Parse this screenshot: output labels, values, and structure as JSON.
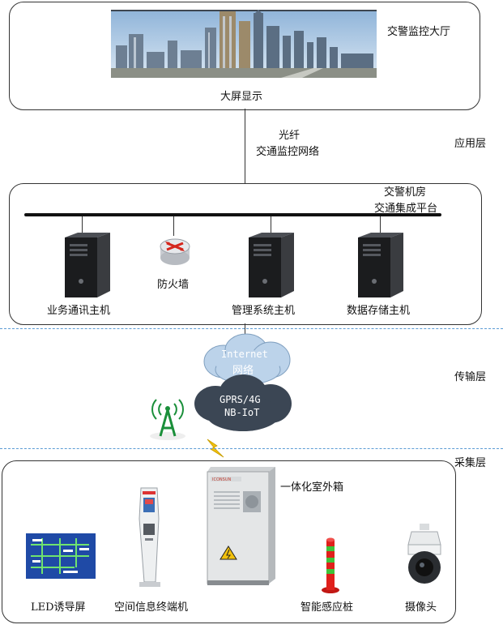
{
  "application_layer": {
    "label": "应用层",
    "monitor_hall": {
      "label": "交警监控大厅",
      "screen_label": "大屏显示"
    },
    "link": {
      "line1": "光纤",
      "line2": "交通监控网络"
    },
    "server_room": {
      "title_line1": "交警机房",
      "title_line2": "交通集成平台",
      "devices": [
        {
          "label": "业务通讯主机",
          "icon": "server-tower-icon"
        },
        {
          "label": "防火墙",
          "icon": "firewall-router-icon"
        },
        {
          "label": "管理系统主机",
          "icon": "server-tower-icon"
        },
        {
          "label": "数据存储主机",
          "icon": "server-tower-icon"
        }
      ]
    }
  },
  "transport_layer": {
    "label": "传输层",
    "cloud_internet": {
      "line1": "Internet",
      "line2": "网络"
    },
    "cloud_wireless": {
      "line1": "GPRS/4G",
      "line2": "NB-IoT"
    },
    "antenna_icon": "signal-tower-icon",
    "lightning_icon": "lightning-icon"
  },
  "collection_layer": {
    "label": "采集层",
    "cabinet_label": "一体化室外箱",
    "devices": [
      {
        "label": "LED诱导屏",
        "icon": "led-guidance-screen-icon"
      },
      {
        "label": "空间信息终端机",
        "icon": "kiosk-terminal-icon"
      },
      {
        "label": "智能感应桩",
        "icon": "sensor-bollard-icon"
      },
      {
        "label": "摄像头",
        "icon": "dome-camera-icon"
      }
    ]
  },
  "colors": {
    "dashed_separator": "#5b9bd5",
    "cloud_light": "#bcd3ea",
    "cloud_dark": "#3b4654",
    "lightning": "#f2c10d",
    "antenna": "#1a8f3a",
    "bollard_red": "#e0201b",
    "bollard_green": "#3ec43a"
  }
}
